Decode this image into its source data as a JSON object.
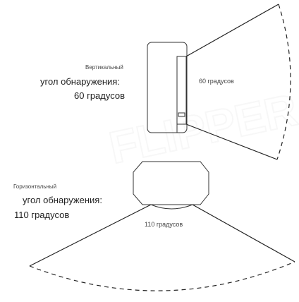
{
  "vertical": {
    "title_small": "Вертикальный",
    "line1": "угол обнаружения:",
    "line2": "60 градусов",
    "sector_label": "60 градусов"
  },
  "horizontal": {
    "title_small": "Горизонтальный",
    "line1": "угол обнаружения:",
    "line2": "110 градусов",
    "sector_label": "110 градусов"
  },
  "watermark": "FLIPPER"
}
